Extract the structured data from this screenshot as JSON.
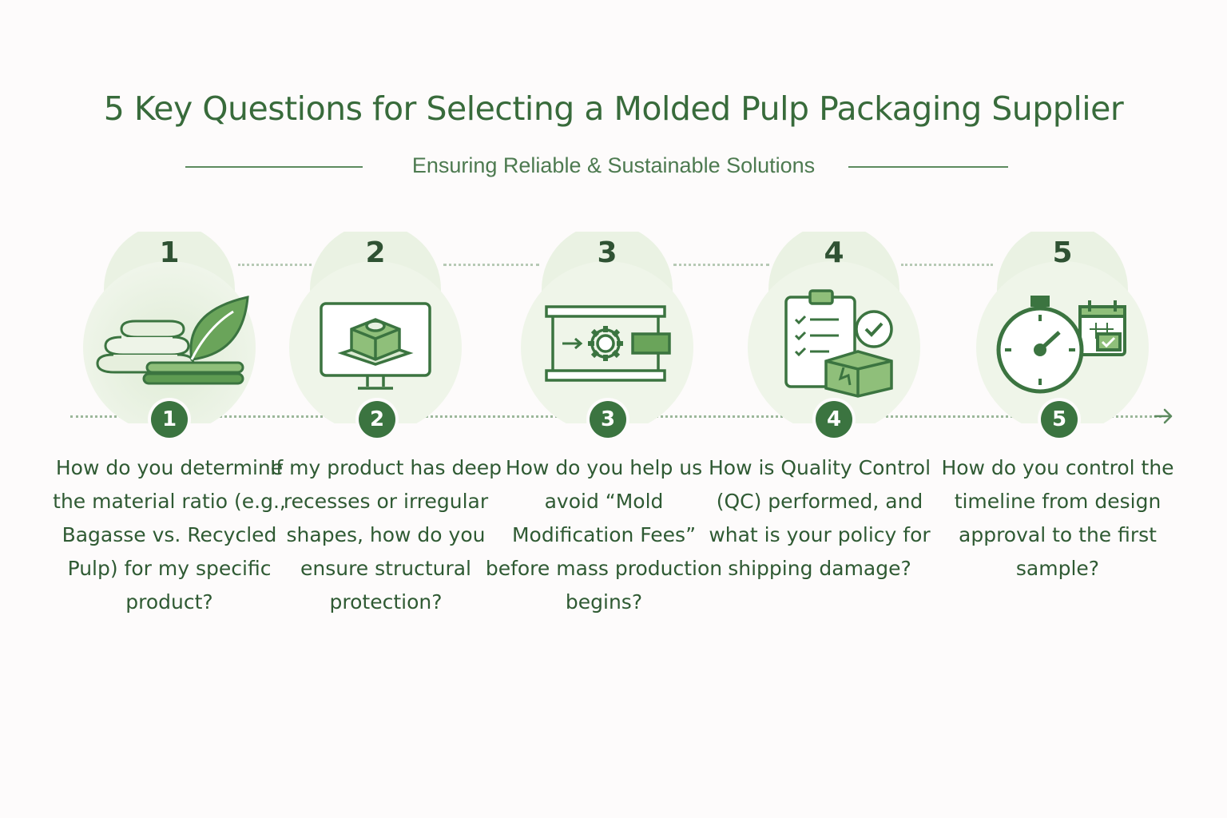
{
  "title": "5 Key Questions for Selecting a Molded Pulp Packaging Supplier",
  "subtitle": "Ensuring Reliable & Sustainable Solutions",
  "colors": {
    "accent": "#3b7440",
    "light": "#e9f1e3",
    "text": "#2f5a33"
  },
  "steps": [
    {
      "number": "1",
      "icon": "pulp-leaf-icon",
      "question": "How do you determine the material ratio (e.g., Bagasse vs. Recycled Pulp) for my specific product?"
    },
    {
      "number": "2",
      "icon": "monitor-3d-model-icon",
      "question": "If my product has deep recesses or irregular shapes, how do you ensure structural protection?"
    },
    {
      "number": "3",
      "icon": "mold-gear-press-icon",
      "question": "How do you help us avoid “Mold Modification Fees” before mass production begins?"
    },
    {
      "number": "4",
      "icon": "clipboard-box-check-icon",
      "question": "How is Quality Control (QC) performed, and what is your policy for shipping damage?"
    },
    {
      "number": "5",
      "icon": "stopwatch-calendar-icon",
      "question": "How do you control the timeline from design approval to the first sample?"
    }
  ]
}
